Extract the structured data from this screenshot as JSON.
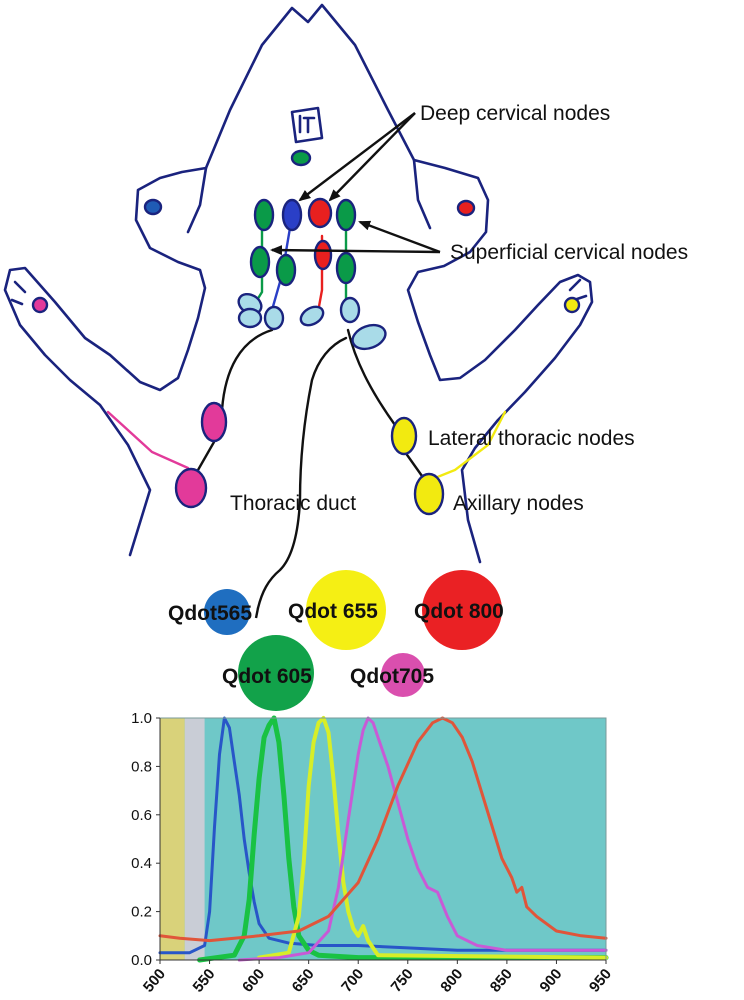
{
  "diagram": {
    "labels": {
      "deep_cervical": "Deep cervical nodes",
      "superficial_cervical": "Superficial cervical nodes",
      "lateral_thoracic": "Lateral thoracic nodes",
      "thoracic_duct": "Thoracic duct",
      "axillary": "Axillary nodes"
    },
    "colors": {
      "outline": "#1a237e",
      "blue": "#1f5bb5",
      "green": "#0a9a48",
      "red": "#e8201f",
      "yellow": "#f2ea10",
      "magenta": "#e23a9a",
      "light_blue": "#a9dbe8"
    }
  },
  "legend": {
    "items": [
      {
        "label": "Qdot565",
        "color": "#1f6ec0"
      },
      {
        "label": "Qdot 655",
        "color": "#f5ef14"
      },
      {
        "label": "Qdot 800",
        "color": "#ea2124"
      },
      {
        "label": "Qdot 605",
        "color": "#12a24a"
      },
      {
        "label": "Qdot705",
        "color": "#da4fae"
      }
    ]
  },
  "chart_data": {
    "type": "line",
    "xlabel": "",
    "ylabel": "",
    "xlim": [
      500,
      950
    ],
    "ylim": [
      0,
      1.0
    ],
    "x_ticks": [
      "500",
      "550",
      "600",
      "650",
      "700",
      "750",
      "800",
      "850",
      "900",
      "950"
    ],
    "y_ticks": [
      "0.0",
      "0.2",
      "0.4",
      "0.6",
      "0.8",
      "1.0"
    ],
    "grid": false,
    "background": "#6fc8c8",
    "bands": [
      {
        "from": 500,
        "to": 525,
        "color": "#d9d27a"
      },
      {
        "from": 525,
        "to": 545,
        "color": "#c9cdd6"
      }
    ],
    "series": [
      {
        "name": "Qdot565",
        "color": "#2856c8",
        "points": [
          [
            500,
            0.03
          ],
          [
            530,
            0.03
          ],
          [
            545,
            0.06
          ],
          [
            550,
            0.2
          ],
          [
            555,
            0.55
          ],
          [
            560,
            0.85
          ],
          [
            565,
            1.0
          ],
          [
            570,
            0.96
          ],
          [
            575,
            0.82
          ],
          [
            580,
            0.68
          ],
          [
            585,
            0.5
          ],
          [
            590,
            0.36
          ],
          [
            595,
            0.24
          ],
          [
            600,
            0.15
          ],
          [
            610,
            0.09
          ],
          [
            630,
            0.07
          ],
          [
            660,
            0.06
          ],
          [
            700,
            0.06
          ],
          [
            750,
            0.05
          ],
          [
            800,
            0.04
          ],
          [
            900,
            0.04
          ],
          [
            950,
            0.04
          ]
        ]
      },
      {
        "name": "Qdot 605",
        "color": "#19c243",
        "points": [
          [
            540,
            0.0
          ],
          [
            575,
            0.02
          ],
          [
            585,
            0.1
          ],
          [
            590,
            0.25
          ],
          [
            595,
            0.52
          ],
          [
            600,
            0.75
          ],
          [
            605,
            0.92
          ],
          [
            610,
            0.97
          ],
          [
            615,
            1.0
          ],
          [
            620,
            0.9
          ],
          [
            625,
            0.68
          ],
          [
            630,
            0.42
          ],
          [
            635,
            0.22
          ],
          [
            640,
            0.1
          ],
          [
            650,
            0.04
          ],
          [
            660,
            0.02
          ],
          [
            700,
            0.01
          ],
          [
            950,
            0.01
          ]
        ]
      },
      {
        "name": "Qdot 655",
        "color": "#d7ee28",
        "points": [
          [
            600,
            0.01
          ],
          [
            630,
            0.03
          ],
          [
            640,
            0.18
          ],
          [
            645,
            0.4
          ],
          [
            650,
            0.72
          ],
          [
            655,
            0.9
          ],
          [
            660,
            0.98
          ],
          [
            665,
            1.0
          ],
          [
            670,
            0.94
          ],
          [
            675,
            0.75
          ],
          [
            680,
            0.52
          ],
          [
            685,
            0.32
          ],
          [
            690,
            0.2
          ],
          [
            695,
            0.13
          ],
          [
            700,
            0.1
          ],
          [
            705,
            0.14
          ],
          [
            710,
            0.08
          ],
          [
            720,
            0.02
          ],
          [
            950,
            0.01
          ]
        ]
      },
      {
        "name": "Qdot705",
        "color": "#c85ad6",
        "points": [
          [
            580,
            0.0
          ],
          [
            620,
            0.01
          ],
          [
            650,
            0.03
          ],
          [
            670,
            0.12
          ],
          [
            680,
            0.3
          ],
          [
            690,
            0.58
          ],
          [
            700,
            0.85
          ],
          [
            705,
            0.95
          ],
          [
            710,
            1.0
          ],
          [
            715,
            0.98
          ],
          [
            720,
            0.92
          ],
          [
            730,
            0.8
          ],
          [
            740,
            0.65
          ],
          [
            750,
            0.5
          ],
          [
            760,
            0.38
          ],
          [
            770,
            0.3
          ],
          [
            780,
            0.28
          ],
          [
            790,
            0.18
          ],
          [
            800,
            0.1
          ],
          [
            820,
            0.06
          ],
          [
            850,
            0.04
          ],
          [
            900,
            0.04
          ],
          [
            950,
            0.04
          ]
        ]
      },
      {
        "name": "Qdot 800",
        "color": "#e0553a",
        "points": [
          [
            500,
            0.1
          ],
          [
            520,
            0.09
          ],
          [
            550,
            0.08
          ],
          [
            600,
            0.1
          ],
          [
            640,
            0.12
          ],
          [
            670,
            0.18
          ],
          [
            700,
            0.32
          ],
          [
            720,
            0.5
          ],
          [
            740,
            0.72
          ],
          [
            760,
            0.9
          ],
          [
            775,
            0.98
          ],
          [
            785,
            1.0
          ],
          [
            795,
            0.98
          ],
          [
            805,
            0.92
          ],
          [
            815,
            0.82
          ],
          [
            830,
            0.62
          ],
          [
            845,
            0.42
          ],
          [
            855,
            0.34
          ],
          [
            860,
            0.28
          ],
          [
            865,
            0.3
          ],
          [
            870,
            0.22
          ],
          [
            880,
            0.18
          ],
          [
            900,
            0.12
          ],
          [
            925,
            0.1
          ],
          [
            950,
            0.09
          ]
        ]
      }
    ]
  }
}
